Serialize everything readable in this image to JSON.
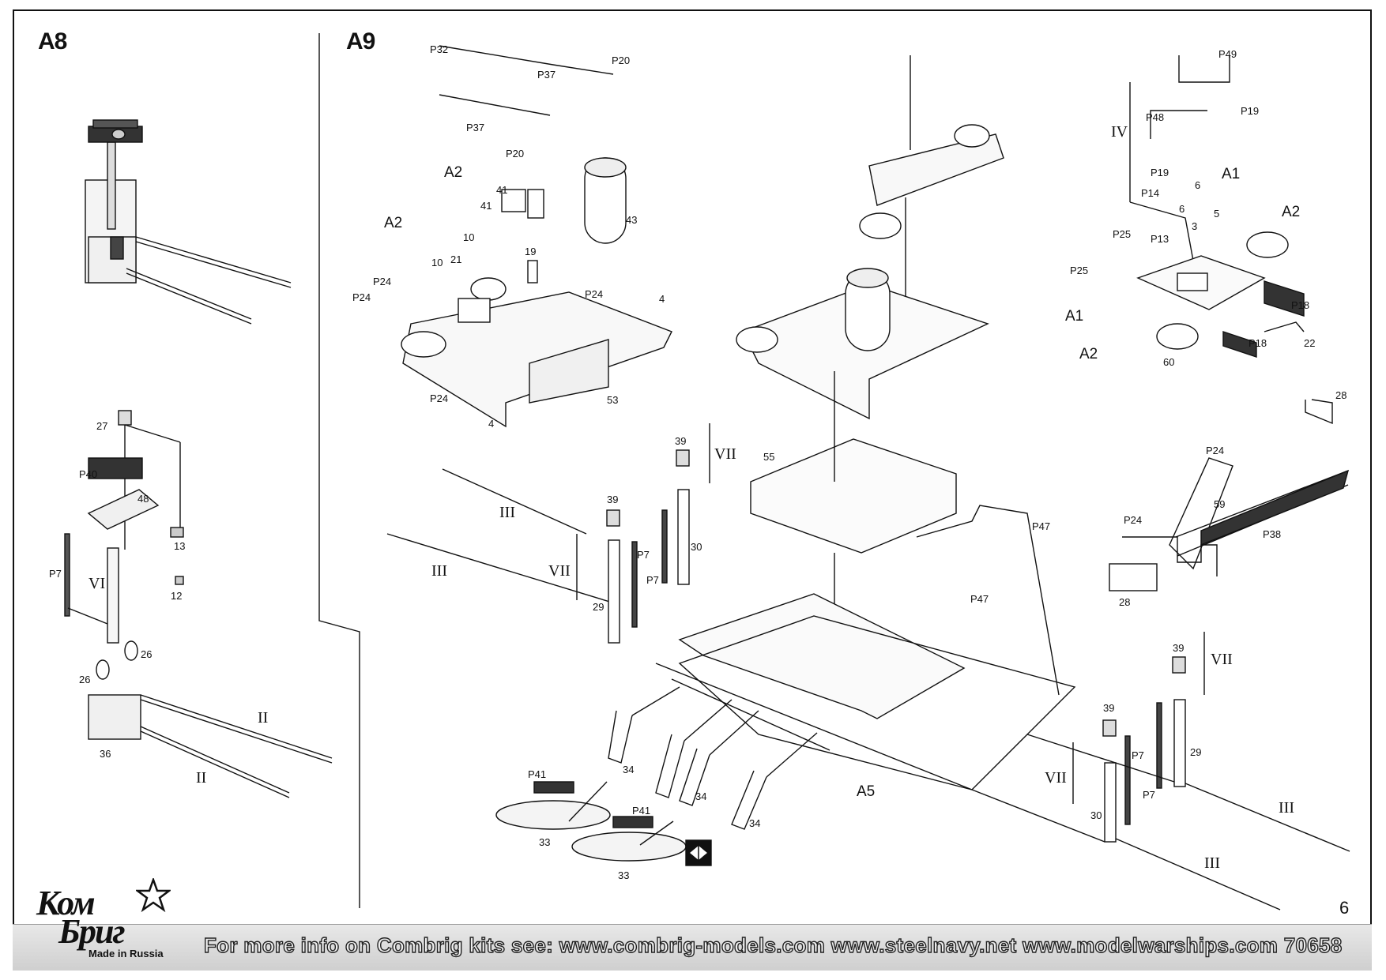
{
  "sections": {
    "a8": "A8",
    "a9": "A9"
  },
  "footer": {
    "text": "For more info on Combrig kits see: www.combrig-models.com www.steelnavy.net  www.modelwarships.com  70658",
    "page_number": "6"
  },
  "logo": {
    "line1": "Ком",
    "line2": "Бриг",
    "tagline": "Made in Russia"
  },
  "a8_labels": {
    "n27": "27",
    "p40": "P40",
    "n48": "48",
    "n13": "13",
    "p7": "P7",
    "vi": "VI",
    "n12": "12",
    "n26a": "26",
    "n26b": "26",
    "n36": "36",
    "ii_a": "II",
    "ii_b": "II"
  },
  "a9_labels": {
    "p32": "P32",
    "p37a": "P37",
    "p20a": "P20",
    "p37b": "P37",
    "p20b": "P20",
    "a2_1": "A2",
    "n41a": "41",
    "n41b": "41",
    "n43": "43",
    "a2_2": "A2",
    "n10a": "10",
    "n10b": "10",
    "n21": "21",
    "n19": "19",
    "p24a": "P24",
    "p24b": "P24",
    "p24c": "P24",
    "n4a": "4",
    "p24d": "P24",
    "n4b": "4",
    "n53": "53",
    "n39a": "39",
    "vii_a": "VII",
    "n55": "55",
    "iii_a": "III",
    "iii_b": "III",
    "n39b": "39",
    "p7a": "P7",
    "vii_b": "VII",
    "n29a": "29",
    "n30a": "30",
    "p7b": "P7",
    "p47a": "P47",
    "p47b": "P47",
    "p41a": "P41",
    "n34a": "34",
    "n34b": "34",
    "n34c": "34",
    "p41b": "P41",
    "n33a": "33",
    "n33b": "33",
    "a5": "A5",
    "p49": "P49",
    "p19a": "P19",
    "iv": "IV",
    "p48": "P48",
    "p19b": "P19",
    "a1_a": "A1",
    "n6a": "6",
    "n6b": "6",
    "p14": "P14",
    "n5": "5",
    "n3": "3",
    "a2_3": "A2",
    "p25a": "P25",
    "p13": "P13",
    "p25b": "P25",
    "p18a": "P18",
    "a1_b": "A1",
    "p18b": "P18",
    "n22": "22",
    "a2_4": "A2",
    "n60": "60",
    "n28a": "28",
    "p24e": "P24",
    "n59": "59",
    "p24f": "P24",
    "p38": "P38",
    "n28b": "28",
    "n39c": "39",
    "vii_c": "VII",
    "n29b": "29",
    "p7c": "P7",
    "p7d": "P7",
    "n39d": "39",
    "vii_d": "VII",
    "n30b": "30",
    "iii_c": "III",
    "iii_d": "III"
  }
}
